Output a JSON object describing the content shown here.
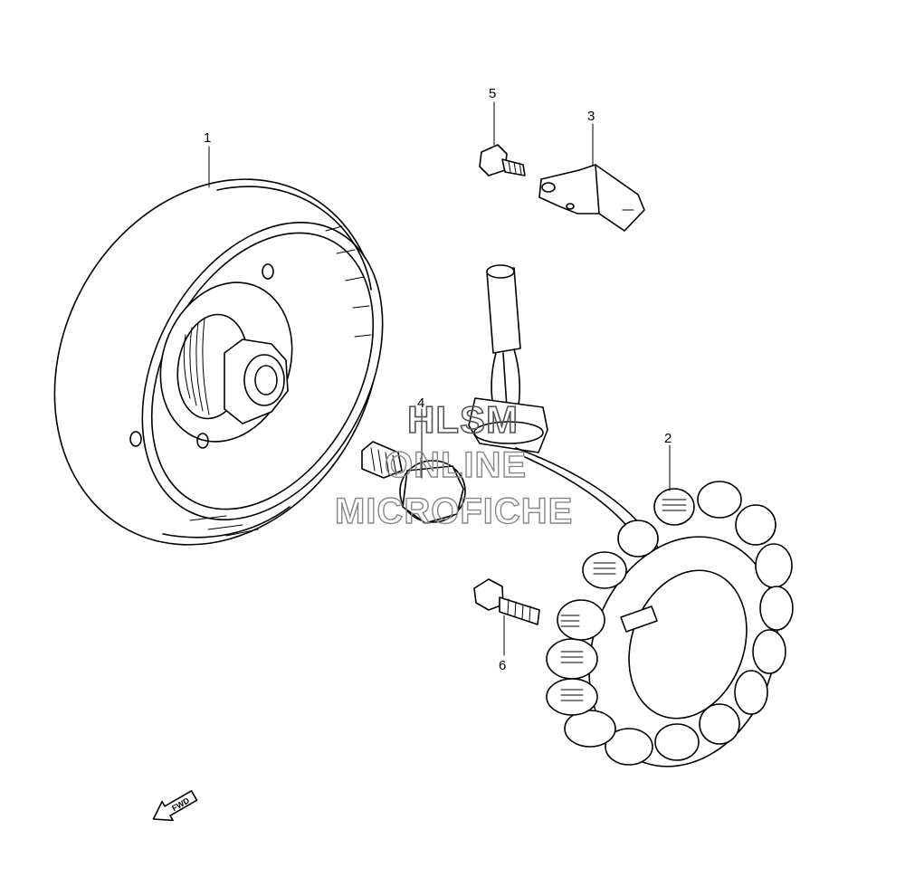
{
  "callouts": [
    {
      "id": "1",
      "label": "1"
    },
    {
      "id": "2",
      "label": "2"
    },
    {
      "id": "3",
      "label": "3"
    },
    {
      "id": "4",
      "label": "4"
    },
    {
      "id": "5",
      "label": "5"
    },
    {
      "id": "6",
      "label": "6"
    }
  ],
  "fwd_arrow": {
    "label": "FWD"
  },
  "watermark": {
    "line1": "HLSM",
    "line2": "ONLINE",
    "line3": "MICROFICHE"
  }
}
